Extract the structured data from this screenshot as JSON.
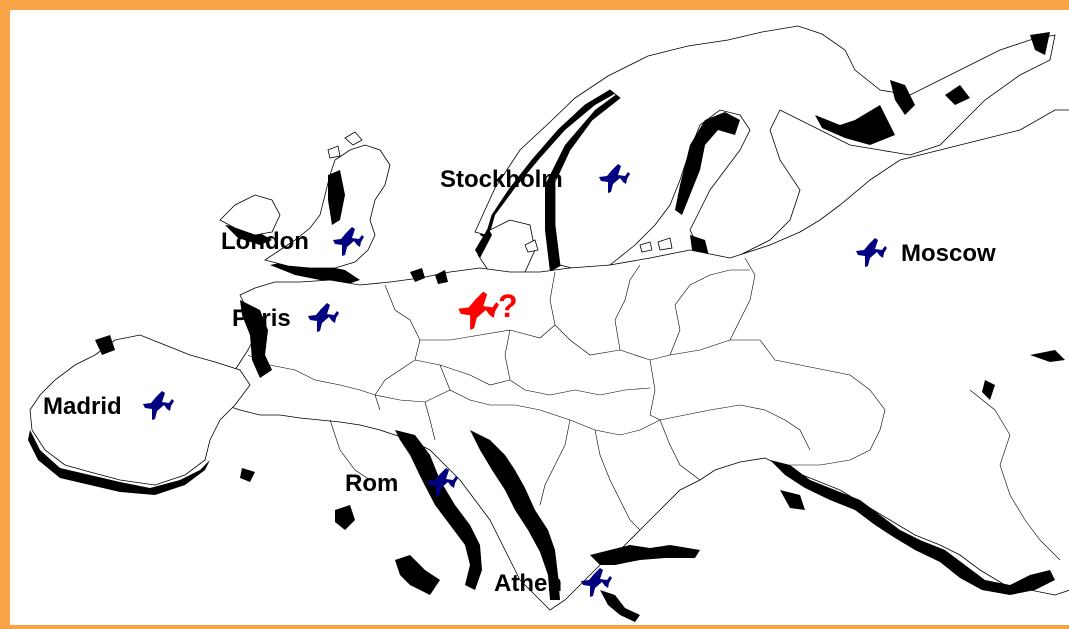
{
  "map": {
    "cities": [
      {
        "id": "stockholm",
        "name": "Stockholm"
      },
      {
        "id": "london",
        "name": "London"
      },
      {
        "id": "moscow",
        "name": "Moscow"
      },
      {
        "id": "paris",
        "name": "Paris"
      },
      {
        "id": "madrid",
        "name": "Madrid"
      },
      {
        "id": "rome",
        "name": "Rom"
      },
      {
        "id": "athens",
        "name": "Athen"
      }
    ],
    "unknown_destination": {
      "mark": "?",
      "icon": "airplane-icon"
    }
  },
  "colors": {
    "frame": "#F7A446",
    "city_plane": "#000080",
    "unknown_plane": "#FF0000",
    "coast_shadow": "#000000",
    "land": "#FFFFFF"
  }
}
